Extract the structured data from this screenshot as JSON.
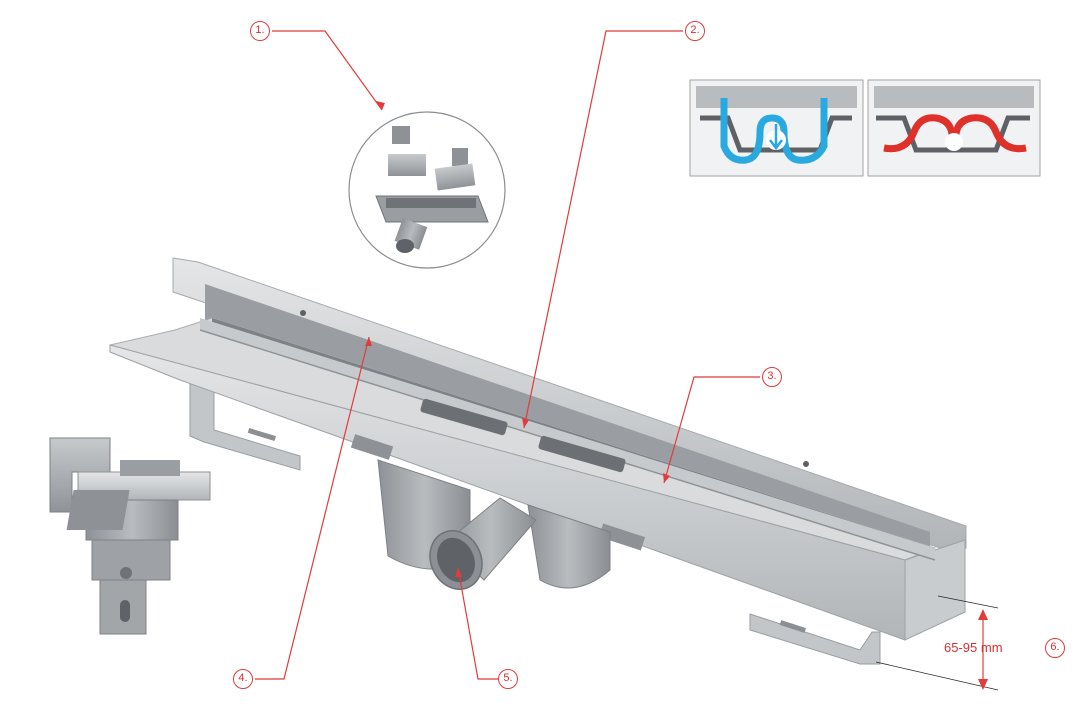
{
  "callouts": {
    "c1": "1.",
    "c2": "2.",
    "c3": "3.",
    "c4": "4.",
    "c5": "5.",
    "c6": "6."
  },
  "dimension": {
    "label": "65-95 mm"
  },
  "colors": {
    "accent_red": "#e23b3b",
    "steel_light": "#d4d6d8",
    "steel_mid": "#b4b7ba",
    "steel_dark": "#8e9296",
    "plastic_grey": "#9fa3a7",
    "water_blue": "#29a9e0",
    "odor_red": "#e0302a"
  },
  "icons": {
    "exploded_parts": "siphon-parts-exploded",
    "trap_water": "water-trap-blue",
    "trap_dry": "dry-trap-red",
    "side_section": "drain-side-section"
  }
}
